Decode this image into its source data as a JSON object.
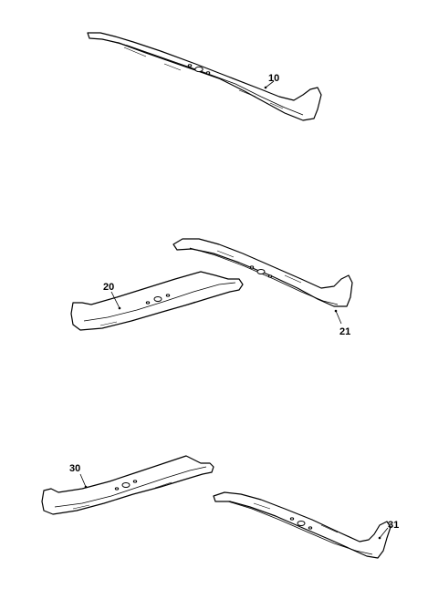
{
  "callouts": {
    "c10": "10",
    "c20": "20",
    "c21": "21",
    "c30": "30",
    "c31": "31"
  }
}
